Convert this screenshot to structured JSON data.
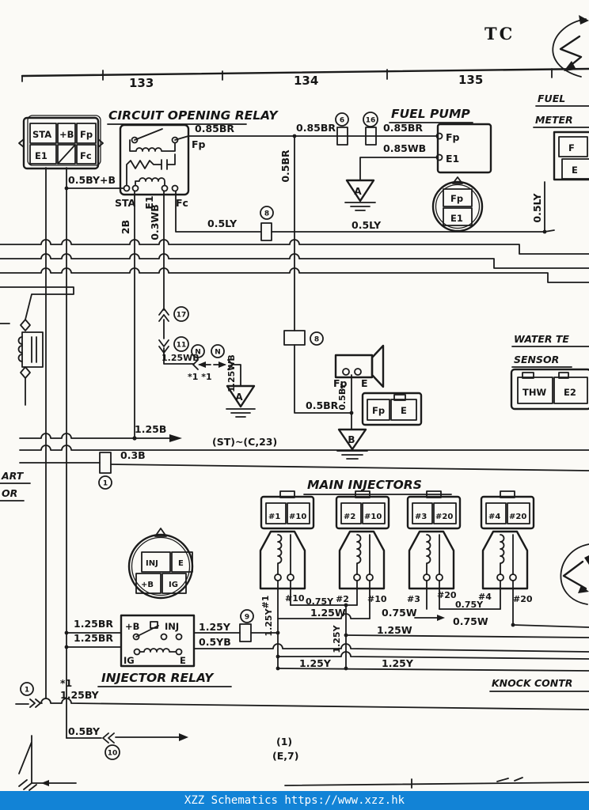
{
  "header": {
    "page_code": "TC",
    "ruler": [
      "133",
      "134",
      "135"
    ]
  },
  "titles": {
    "cor": "CIRCUIT OPENING RELAY",
    "fuel_pump": "FUEL PUMP",
    "fuel_meter_1": "FUEL",
    "fuel_meter_2": "METER",
    "water_1": "WATER TE",
    "water_2": "SENSOR",
    "main_injectors": "MAIN INJECTORS",
    "injector_relay": "INJECTOR RELAY",
    "knock": "KNOCK CONTR",
    "left_partial_1": "ART",
    "left_partial_2": "OR"
  },
  "left_connector": {
    "sta": "STA",
    "plus_b": "+B",
    "fp": "Fp",
    "e1": "E1",
    "fc": "Fc"
  },
  "cor": {
    "fp": "Fp",
    "sta": "STA",
    "e1": "E1",
    "fc": "Fc"
  },
  "fuel_pump": {
    "fp": "Fp",
    "e1": "E1",
    "round_fp": "Fp",
    "round_e1": "E1"
  },
  "fuel_meter": {
    "f": "F",
    "e": "E"
  },
  "water_sensor": {
    "thw": "THW",
    "e2": "E2"
  },
  "cold_start": {
    "fp": "Fp",
    "e": "E",
    "block_fp": "Fp",
    "block_e": "E"
  },
  "main_injectors": {
    "plugs": [
      [
        "#1",
        "#10"
      ],
      [
        "#2",
        "#10"
      ],
      [
        "#3",
        "#20"
      ],
      [
        "#4",
        "#20"
      ]
    ],
    "term": [
      "#1",
      "#10",
      "0.75Y",
      "#2",
      "#10",
      "#3",
      "#20",
      "0.75Y",
      "#4",
      "#20"
    ]
  },
  "injector_relay": {
    "round": {
      "inj": "INJ",
      "e": "E",
      "plus_b": "+B",
      "ig": "IG"
    },
    "box": {
      "plus_b": "+B",
      "inj": "INJ",
      "ig": "IG",
      "e": "E"
    }
  },
  "wires": {
    "w_05byb": "0.5BY+B",
    "w_085br_1": "0.85BR",
    "w_085br_2": "0.85BR",
    "w_085br_3": "0.85BR",
    "w_085wb": "0.85WB",
    "w_05br_v": "0.5BR",
    "w_2b": "2B",
    "w_03wb": "0.3WB",
    "w_05ly_1": "0.5LY",
    "w_05ly_2": "0.5LY",
    "w_05ly_v": "0.5LY",
    "w_125wb": "1.25WB",
    "w_125wb_v": "1.25WB",
    "w_05br_2": "0.5BR",
    "w_05br_v2": "0.5Br",
    "w_125b": "1.25B",
    "w_st": "(ST)~(C,23)",
    "w_03b": "0.3B",
    "w_125w_1": "1.25W",
    "w_075w_1": "0.75W",
    "w_075w_2": "0.75W",
    "w_125w_2": "1.25W",
    "w_125y_v1": "1.25Y",
    "w_125y_v2": "1.25Y",
    "w_125y_1": "1.25Y",
    "w_125y_2": "1.25Y",
    "w_125br_1": "1.25BR",
    "w_125br_2": "1.25BR",
    "w_125y_r": "1.25Y",
    "w_05yb": "0.5YB",
    "w_125by": "1.25BY",
    "w_05by": "0.5BY"
  },
  "grounds": {
    "a1": "A",
    "a2": "A",
    "b": "B"
  },
  "circled": {
    "c6": "6",
    "c16": "16",
    "c8a": "8",
    "c17": "17",
    "c11": "11",
    "cn1": "N",
    "cn2": "N",
    "c8b": "8",
    "c1a": "1",
    "c9": "9",
    "c1b": "1",
    "c10": "10"
  },
  "notes": {
    "star_pair": "*1 *1",
    "star1": "*1",
    "ref1": "(1)",
    "ref2": "(E,7)"
  },
  "footer": {
    "text": "XZZ Schematics https://www.xzz.hk"
  }
}
